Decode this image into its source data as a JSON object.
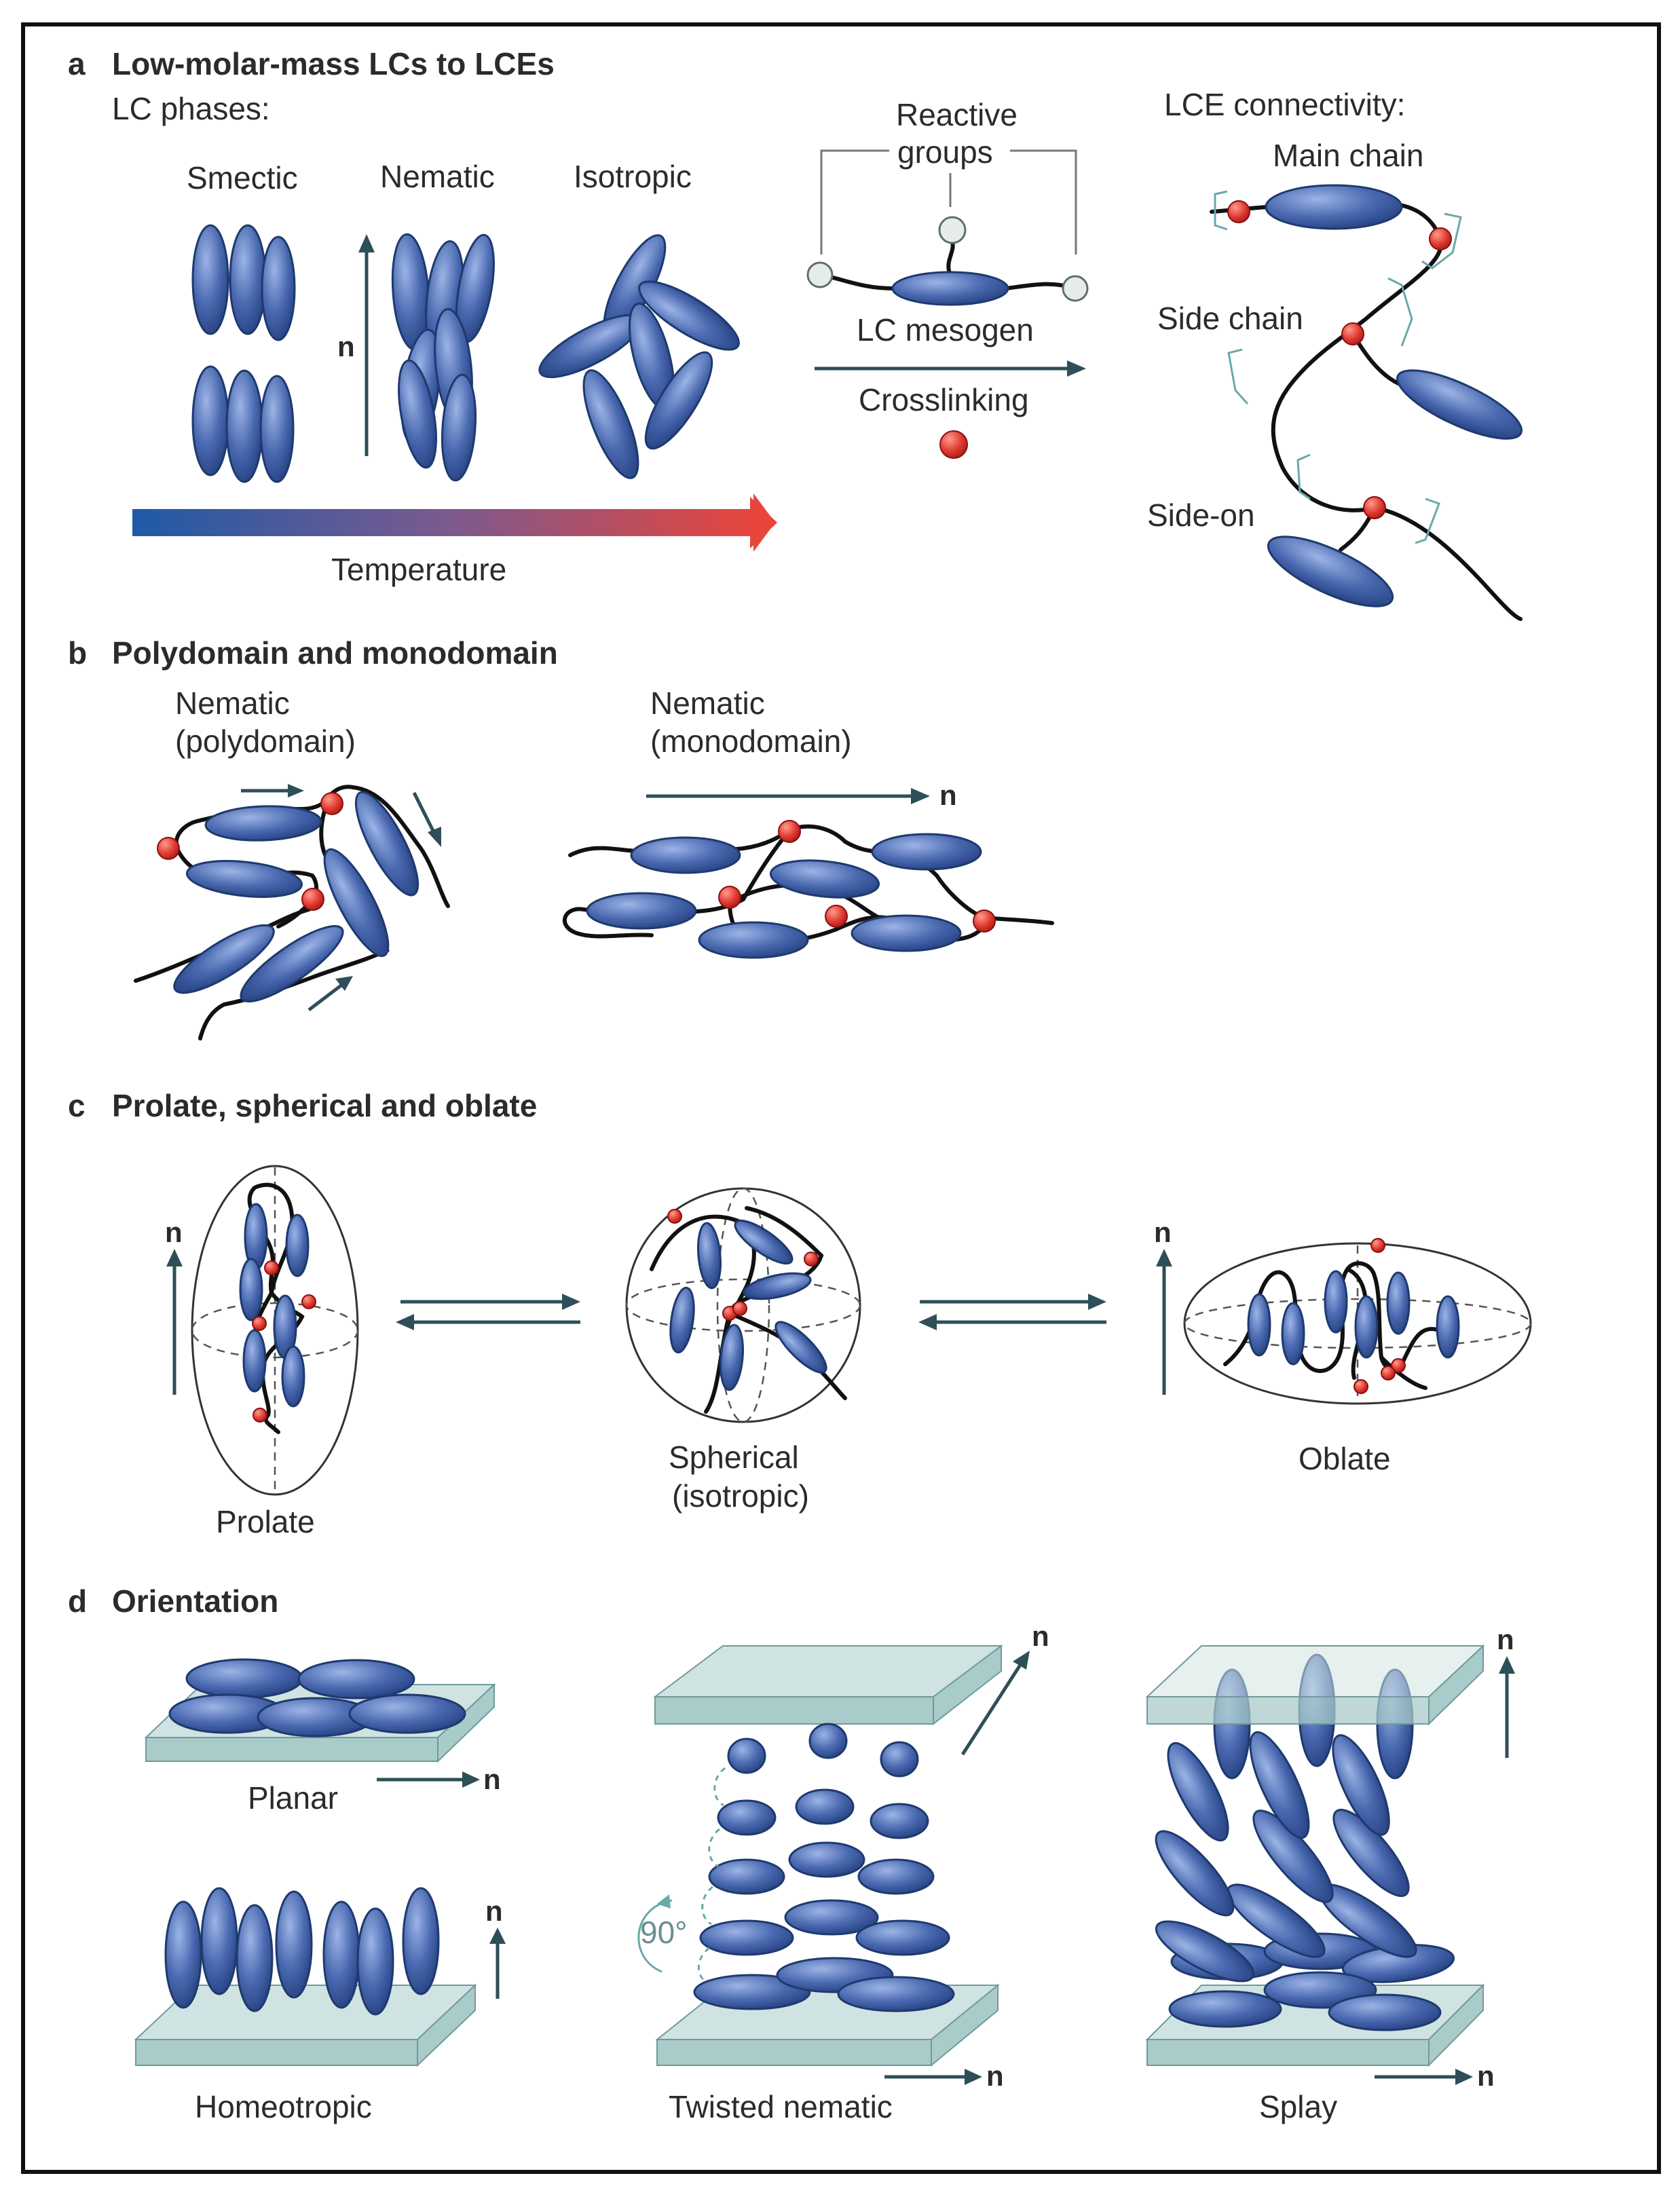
{
  "panels": {
    "a": {
      "letter": "a",
      "title": "Low-molar-mass LCs to LCEs",
      "lc_phases_label": "LC phases:",
      "phases": [
        "Smectic",
        "Nematic",
        "Isotropic"
      ],
      "director_label": "n",
      "temperature_label": "Temperature",
      "reactive_groups_line1": "Reactive",
      "reactive_groups_line2": "groups",
      "mesogen_label": "LC mesogen",
      "crosslinking_label": "Crosslinking",
      "connectivity_label": "LCE connectivity:",
      "main_chain_label": "Main chain",
      "side_chain_label": "Side chain",
      "side_on_label": "Side-on"
    },
    "b": {
      "letter": "b",
      "title": "Polydomain and monodomain",
      "poly_line1": "Nematic",
      "poly_line2": "(polydomain)",
      "mono_line1": "Nematic",
      "mono_line2": "(monodomain)",
      "director_label": "n"
    },
    "c": {
      "letter": "c",
      "title": "Prolate, spherical and oblate",
      "prolate_label": "Prolate",
      "spherical_line1": "Spherical",
      "spherical_line2": "(isotropic)",
      "oblate_label": "Oblate",
      "director_label": "n"
    },
    "d": {
      "letter": "d",
      "title": "Orientation",
      "planar_label": "Planar",
      "homeotropic_label": "Homeotropic",
      "twisted_label": "Twisted nematic",
      "splay_label": "Splay",
      "angle_label": "90°",
      "director_label": "n"
    }
  },
  "colors": {
    "mesogen": "#4a69b0",
    "mesogen_dark": "#1e3a6e",
    "crosslink": "#e03a32",
    "arrow": "#2e4f58",
    "bracket": "#6aa9aa",
    "substrate": "#cfe3e2",
    "temperature_cold": "#1f5aa6",
    "temperature_hot": "#e8453c"
  }
}
